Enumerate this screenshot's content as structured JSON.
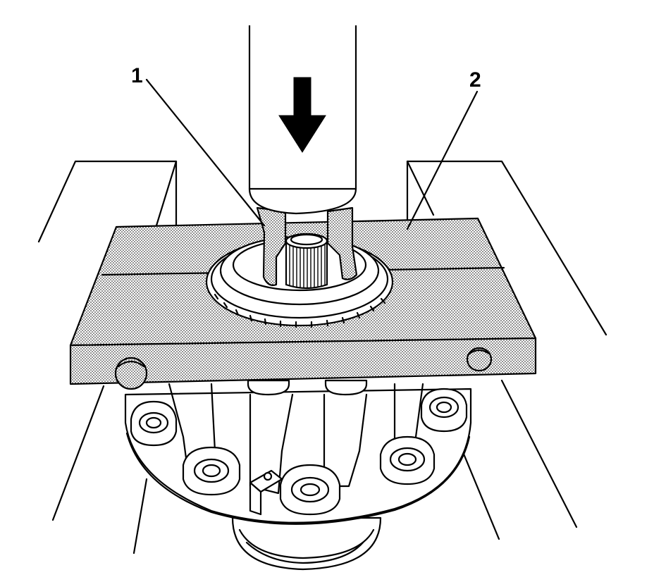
{
  "figure": {
    "callouts": [
      {
        "id": "1",
        "text": "1"
      },
      {
        "id": "2",
        "text": "2"
      }
    ],
    "arrow_direction": "down",
    "colors": {
      "line": "#000000",
      "background": "#ffffff",
      "stipple": "#000000"
    }
  }
}
